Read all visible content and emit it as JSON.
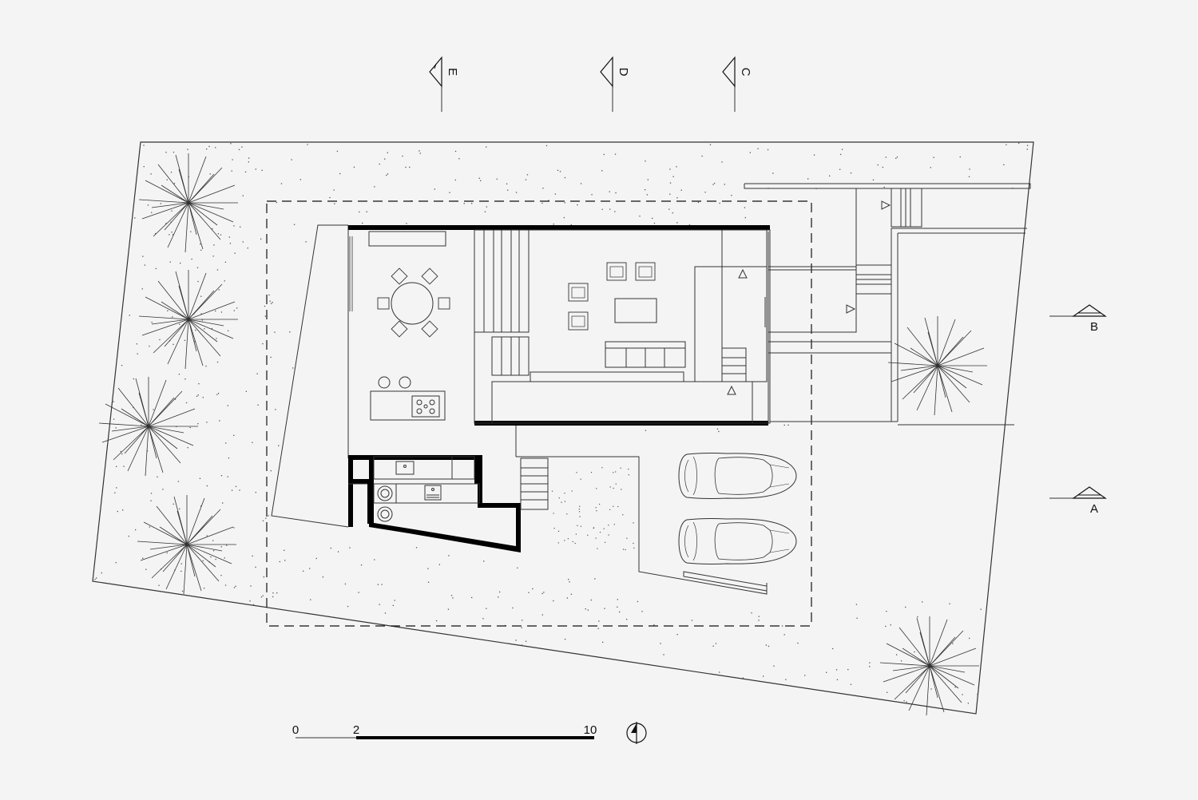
{
  "section_markers": [
    {
      "id": "E",
      "label": "E"
    },
    {
      "id": "D",
      "label": "D"
    },
    {
      "id": "C",
      "label": "C"
    },
    {
      "id": "B",
      "label": "B"
    },
    {
      "id": "A",
      "label": "A"
    }
  ],
  "scale_bar": {
    "labels": [
      "0",
      "2",
      "10"
    ]
  },
  "north_arrow": {
    "icon": "north-arrow-icon"
  },
  "colors": {
    "background": "#f4f4f4",
    "line": "#111111",
    "wall": "#000000"
  }
}
